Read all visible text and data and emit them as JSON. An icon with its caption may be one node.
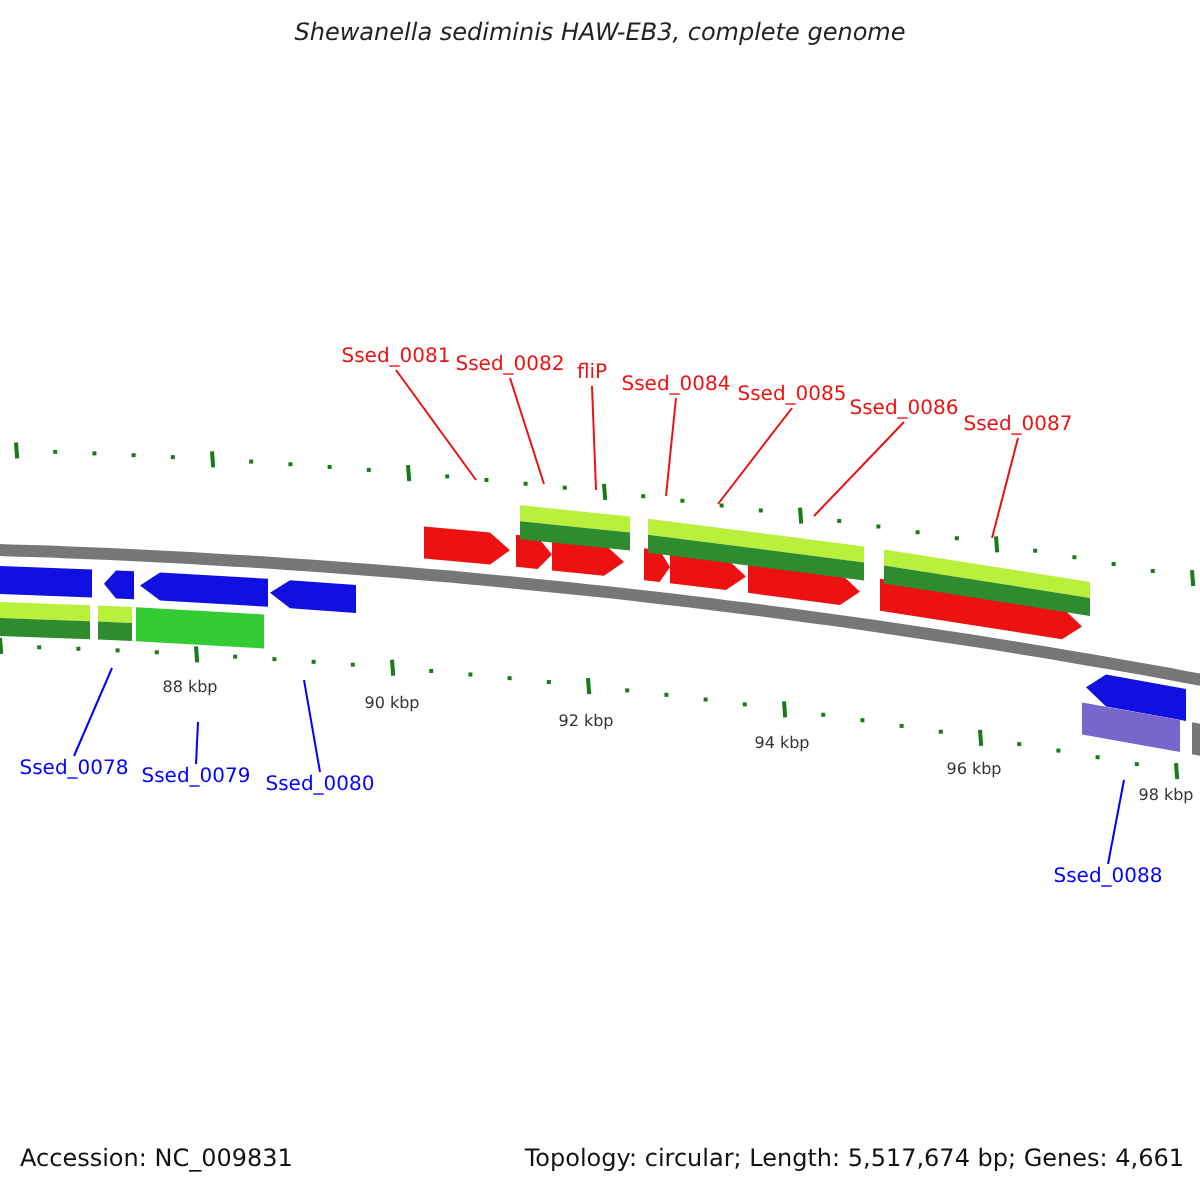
{
  "diagram": {
    "title": "Shewanella sediminis HAW-EB3, complete genome",
    "nodes": [
      {
        "text": [
          "Ssed_0081"
        ]
      },
      {
        "text": [
          "Ssed_0082"
        ]
      },
      {
        "text": [
          "fliP"
        ]
      },
      {
        "text": [
          "Ssed_0084"
        ]
      },
      {
        "text": [
          "Ssed_0085"
        ]
      },
      {
        "text": [
          "Ssed_0086"
        ]
      },
      {
        "text": [
          "Ssed_0087"
        ]
      },
      {
        "text": [
          "Ssed_0078"
        ]
      },
      {
        "text": [
          "Ssed_0079"
        ]
      },
      {
        "text": [
          "Ssed_0080"
        ]
      },
      {
        "text": [
          "Ssed_0088"
        ]
      }
    ],
    "edges": [
      {
        "from": 0,
        "to": null,
        "arrow": "none"
      },
      {
        "from": 1,
        "to": null,
        "arrow": "none"
      },
      {
        "from": 2,
        "to": null,
        "arrow": "none"
      },
      {
        "from": 3,
        "to": null,
        "arrow": "none"
      },
      {
        "from": 4,
        "to": null,
        "arrow": "none"
      },
      {
        "from": 5,
        "to": null,
        "arrow": "none"
      },
      {
        "from": 6,
        "to": null,
        "arrow": "none"
      },
      {
        "from": 7,
        "to": null,
        "arrow": "none",
        "color": "#0000ff"
      },
      {
        "from": 8,
        "to": null,
        "arrow": "none",
        "color": "#0000ff"
      },
      {
        "from": 9,
        "to": null,
        "arrow": "none",
        "color": "#0000ff"
      },
      {
        "from": 10,
        "to": null,
        "arrow": "none",
        "color": "#0000ff"
      }
    ],
    "labels": [
      "88 kbp",
      "90 kbp",
      "92 kbp",
      "94 kbp",
      "96 kbp",
      "98 kbp",
      "Accession: NC_009831",
      "Topology: circular; Length: 5,517,674 bp; Genes: 4,661"
    ]
  }
}
